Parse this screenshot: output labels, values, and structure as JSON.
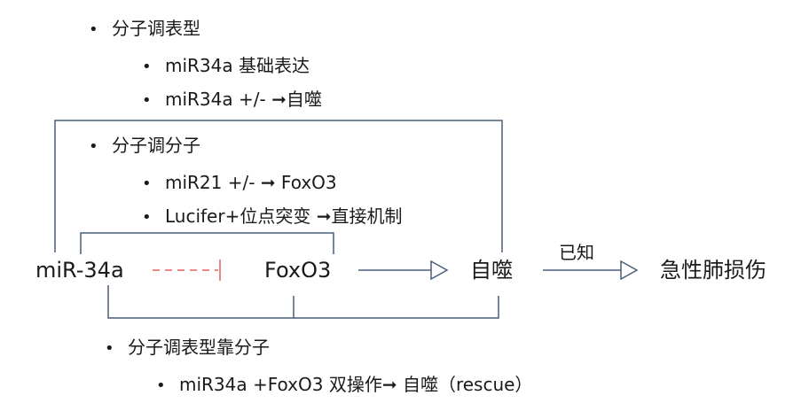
{
  "top_group": {
    "heading": "分子调表型",
    "items": [
      "miR34a 基础表达",
      "miR34a +/- ➞自噬"
    ]
  },
  "middle_group": {
    "heading": "分子调分子",
    "items": [
      "miR21 +/- ➞ FoxO3",
      "Lucifer+位点突变 ➞直接机制"
    ]
  },
  "bottom_group": {
    "heading": "分子调表型靠分子",
    "items": [
      "miR34a +FoxO3 双操作➞  自噬（rescue）"
    ]
  },
  "nodes": {
    "mir34a": "miR-34a",
    "foxo3": "FoxO3",
    "autophagy": "自噬",
    "lung_injury": "急性肺损伤"
  },
  "edge_labels": {
    "known": "已知"
  },
  "bullet_symbol": "•",
  "colors": {
    "bracket_line": "#4a5f7a",
    "inhibit_line": "#e06060",
    "text": "#1a1a1a"
  }
}
